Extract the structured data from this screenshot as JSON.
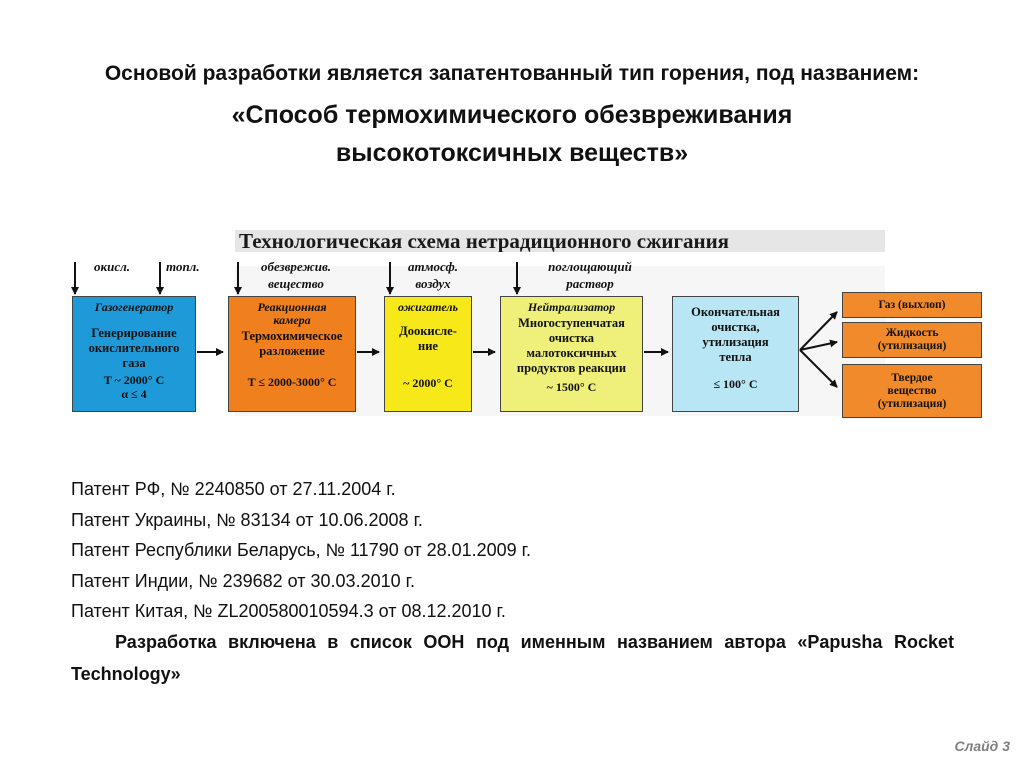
{
  "heading": {
    "line1": "Основой разработки является запатентованный тип горения, под названием:",
    "line2": "«Способ термохимического обезвреживания",
    "line3": "высокотоксичных веществ»"
  },
  "diagram": {
    "title": "Технологическая схема нетрадиционного сжигания",
    "inputs": {
      "oxidizer": "окисл.",
      "fuel": "топл.",
      "neutralize_1": "обезврежив.",
      "neutralize_2": "вещество",
      "atmos_1": "атмосф.",
      "atmos_2": "воздух",
      "absorb_1": "поглощающий",
      "absorb_2": "раствор"
    },
    "boxes": [
      {
        "name": "Газогенератор",
        "body_1": "Генерирование",
        "body_2": "окислительного",
        "body_3": "газа",
        "temp": "T ~ 2000° C",
        "alpha": "α ≤ 4",
        "color": "#1f9ad8"
      },
      {
        "name_1": "Реакционная",
        "name_2": "камера",
        "body_1": "Термохимическое",
        "body_2": "разложение",
        "temp": "T ≤ 2000-3000° C",
        "color": "#f07f1e"
      },
      {
        "name": "ожигатель",
        "body_1": "Доокисле-",
        "body_2": "ние",
        "temp": "~ 2000° C",
        "color": "#f7e81a"
      },
      {
        "name": "Нейтрализатор",
        "body_1": "Многоступенчатая",
        "body_2": "очистка",
        "body_3": "малотоксичных",
        "body_4": "продуктов реакции",
        "temp": "~ 1500° C",
        "color": "#eef07a"
      },
      {
        "body_1": "Окончательная",
        "body_2": "очистка,",
        "body_3": "утилизация",
        "body_4": "тепла",
        "temp": "≤ 100° C",
        "color": "#b8e6f5"
      }
    ],
    "outputs": [
      {
        "line_1": "Газ (выхлоп)"
      },
      {
        "line_1": "Жидкость",
        "line_2": "(утилизация)"
      },
      {
        "line_1": "Твердое",
        "line_2": "вещество",
        "line_3": "(утилизация)"
      }
    ]
  },
  "patents": [
    "Патент РФ, № 2240850 от 27.11.2004 г.",
    "Патент Украины, № 83134 от 10.06.2008 г.",
    "Патент Республики Беларусь, № 11790 от 28.01.2009 г.",
    "Патент Индии, № 239682 от 30.03.2010 г.",
    "Патент Китая, № ZL200580010594.3 от 08.12.2010 г."
  ],
  "note": "Разработка включена в список ООН под именным названием автора «Papusha Rocket Technology»",
  "slide_number": "Слайд 3"
}
